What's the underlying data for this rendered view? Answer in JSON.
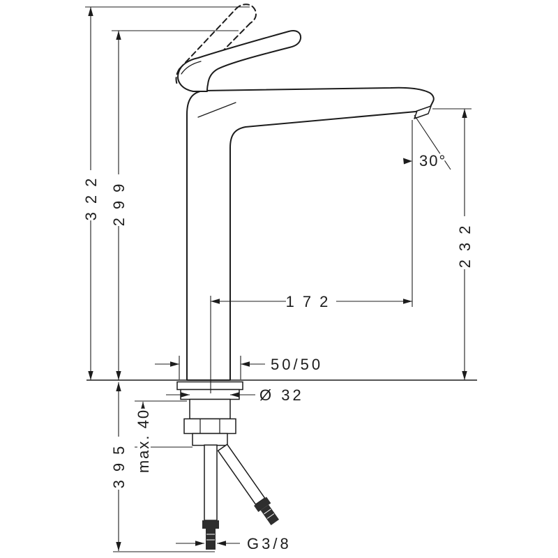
{
  "colors": {
    "ink": "#1c1c1c",
    "paper": "#ffffff"
  },
  "labels": {
    "total_height": "322",
    "height_to_spout": "299",
    "outlet_height": "232",
    "spout_angle": "30°",
    "spout_reach": "172",
    "base_halves": "50/50",
    "hole_diameter": "Ø 32",
    "max_counter_thickness": "max. 40",
    "below_counter_length": "395",
    "connection_thread": "G3/8"
  }
}
